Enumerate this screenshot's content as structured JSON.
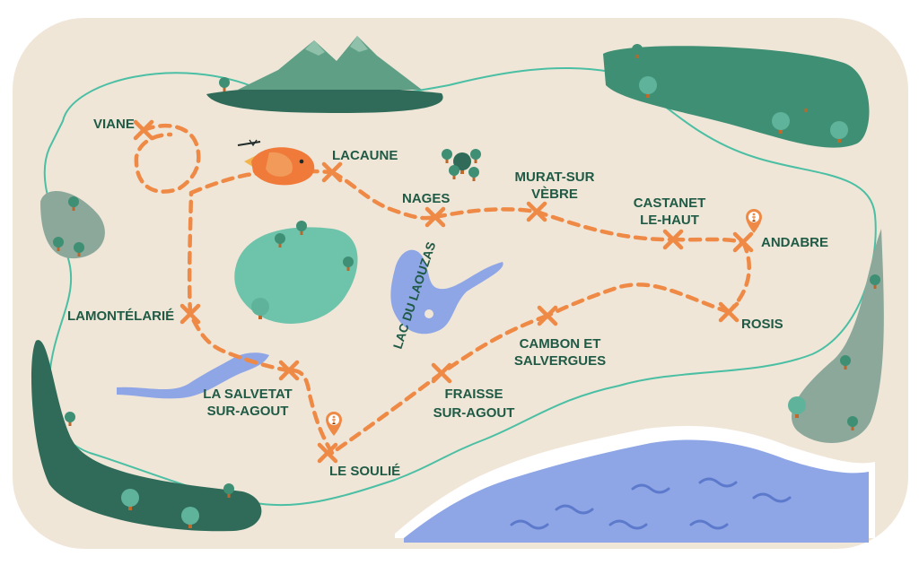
{
  "map": {
    "colors": {
      "paper": "#efe6d8",
      "route": "#ef8a46",
      "outline": "#4bbfa3",
      "forest_dark": "#2f6b58",
      "forest_mid": "#3f8f74",
      "forest_light": "#5fb39b",
      "pond": "#6ec3ab",
      "water": "#8ea6e6",
      "label": "#1f5a45"
    },
    "stops": [
      {
        "id": "viane",
        "label": "VIANE"
      },
      {
        "id": "lacaune",
        "label": "LACAUNE"
      },
      {
        "id": "nages",
        "label": "NAGES"
      },
      {
        "id": "murat",
        "label": "MURAT-SUR",
        "label2": "VÈBRE"
      },
      {
        "id": "castanet",
        "label": "CASTANET",
        "label2": "LE-HAUT"
      },
      {
        "id": "andabre",
        "label": "ANDABRE"
      },
      {
        "id": "rosis",
        "label": "ROSIS"
      },
      {
        "id": "cambon",
        "label": "CAMBON ET",
        "label2": "SALVERGUES"
      },
      {
        "id": "fraisse",
        "label": "FRAISSE",
        "label2": "SUR-AGOUT"
      },
      {
        "id": "soulie",
        "label": "LE SOULIÉ"
      },
      {
        "id": "salvetat",
        "label": "LA SALVETAT",
        "label2": "SUR-AGOUT"
      },
      {
        "id": "lamontelarie",
        "label": "LAMONTÉLARIÉ"
      }
    ],
    "lake_label": "LAC DU LAOUZAS",
    "hiker_markers": [
      "andabre",
      "soulie"
    ],
    "icons": [
      "mountain-icon",
      "tree-icon",
      "fish-icon",
      "hiker-icon",
      "route-cross-icon"
    ]
  }
}
